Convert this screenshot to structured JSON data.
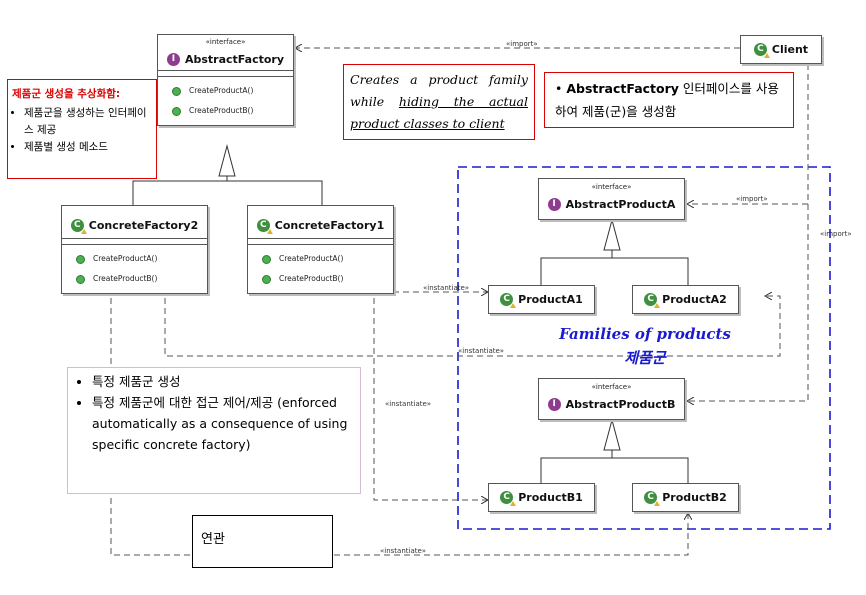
{
  "classes": {
    "abstract_factory": {
      "stereotype": "«interface»",
      "name": "AbstractFactory",
      "ops": [
        "CreateProductA()",
        "CreateProductB()"
      ]
    },
    "concrete_factory2": {
      "name": "ConcreteFactory2",
      "ops": [
        "CreateProductA()",
        "CreateProductB()"
      ]
    },
    "concrete_factory1": {
      "name": "ConcreteFactory1",
      "ops": [
        "CreateProductA()",
        "CreateProductB()"
      ]
    },
    "client": {
      "name": "Client"
    },
    "abstract_product_a": {
      "stereotype": "«interface»",
      "name": "AbstractProductA"
    },
    "product_a1": {
      "name": "ProductA1"
    },
    "product_a2": {
      "name": "ProductA2"
    },
    "abstract_product_b": {
      "stereotype": "«interface»",
      "name": "AbstractProductB"
    },
    "product_b1": {
      "name": "ProductB1"
    },
    "product_b2": {
      "name": "ProductB2"
    }
  },
  "relation_labels": {
    "import": "«import»",
    "instantiate": "«instantiate»"
  },
  "notes": {
    "left_title": "제품군 생성을 추상화함:",
    "left_items": [
      "제품군을 생성하는 인터페이스 제공",
      "제품별 생성 메소드"
    ],
    "center_line1": "Creates a product family while",
    "center_hiding": "hiding the actual product classes to client",
    "right_bold": "AbstractFactory",
    "right_text": "인터페이스를 사용하여 제품(군)을 생성함",
    "bottom_items": [
      "특정 제품군 생성",
      "특정 제품군에 대한 접근 제어/제공 (enforced automatically as a consequence of using specific concrete factory)"
    ],
    "assoc": "연관"
  },
  "families": {
    "en": "Families of products",
    "ko": "제품군"
  },
  "colors": {
    "note_border": "#d00000",
    "family_border": "#1a1ad0",
    "interface_badge": "#8e3c8f",
    "class_badge": "#3e8f3e"
  }
}
